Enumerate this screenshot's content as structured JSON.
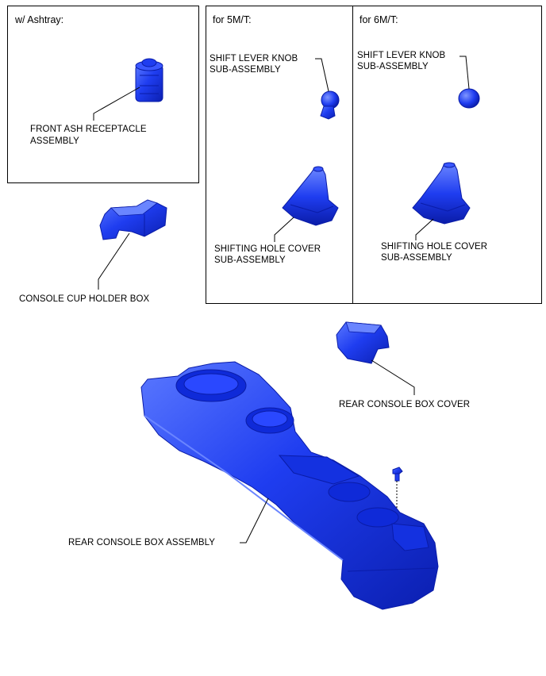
{
  "panels": {
    "ashtray": {
      "heading": "w/ Ashtray:"
    },
    "mt5": {
      "heading": "for 5M/T:"
    },
    "mt6": {
      "heading": "for 6M/T:"
    }
  },
  "parts": {
    "front_ash": [
      "FRONT ASH RECEPTACLE",
      "ASSEMBLY"
    ],
    "cup_holder": "CONSOLE CUP HOLDER BOX",
    "knob_5mt": [
      "SHIFT LEVER KNOB",
      "SUB-ASSEMBLY"
    ],
    "boot_5mt": [
      "SHIFTING HOLE COVER",
      "SUB-ASSEMBLY"
    ],
    "knob_6mt": [
      "SHIFT LEVER KNOB",
      "SUB-ASSEMBLY"
    ],
    "boot_6mt": [
      "SHIFTING HOLE COVER",
      "SUB-ASSEMBLY"
    ],
    "rear_cover": "REAR CONSOLE BOX COVER",
    "rear_box": "REAR CONSOLE BOX ASSEMBLY"
  },
  "colors": {
    "part_fill": "#1f3df0",
    "part_dark": "#0a1fb8",
    "part_light": "#6f86ff"
  }
}
